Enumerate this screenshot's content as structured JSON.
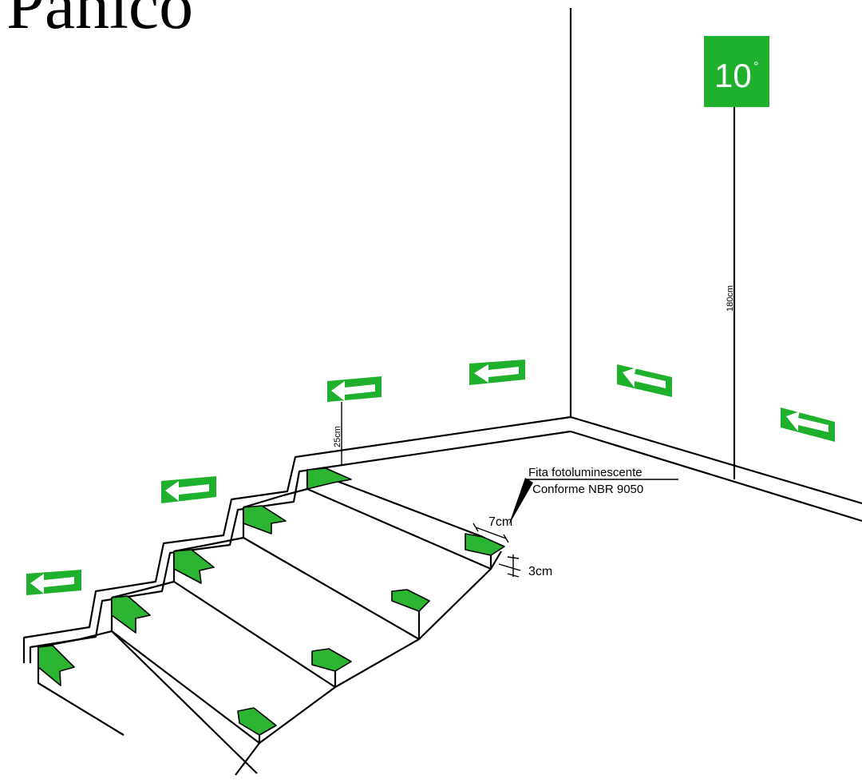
{
  "title": "Pânico",
  "floor_sign": {
    "label": "10",
    "degree": "°"
  },
  "dimensions": {
    "sign_height": "180cm",
    "arrow_height": "25cm",
    "tape_width": "7cm",
    "tape_edge": "3cm"
  },
  "callout": {
    "line1": "Fita fotoluminescente",
    "line2": "Conforme NBR 9050"
  },
  "colors": {
    "green": "#1fb02d",
    "tape": "#2bb532"
  }
}
